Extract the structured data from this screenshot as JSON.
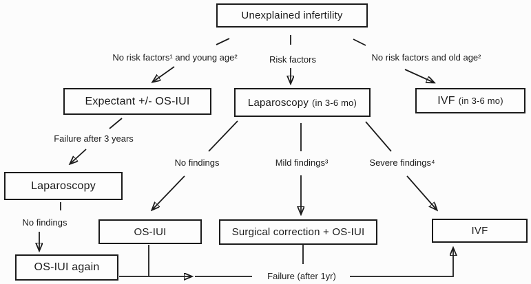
{
  "page": {
    "background_color": "#fcfcfc",
    "line_color": "#1b1b1b"
  },
  "nodes": {
    "unexplained": {
      "label": "Unexplained infertility"
    },
    "expectant": {
      "label": "Expectant +/- OS-IUI"
    },
    "laparoscopy_mid": {
      "label": "Laparoscopy",
      "note": "(in 3-6 mo)"
    },
    "ivf_top": {
      "label": "IVF",
      "note": "(in 3-6 mo)"
    },
    "laparoscopy_left": {
      "label": "Laparoscopy"
    },
    "os_iui": {
      "label": "OS-IUI"
    },
    "surgical_correction": {
      "label": "Surgical correction + OS-IUI"
    },
    "ivf_bottom": {
      "label": "IVF"
    },
    "os_iui_again": {
      "label": "OS-IUI again"
    }
  },
  "edge_labels": {
    "no_risk_young": "No risk factors¹ and young age²",
    "risk_factors": "Risk factors",
    "no_risk_old": "No risk factors and old age²",
    "failure_3_years": "Failure after 3 years",
    "no_findings_mid": "No findings",
    "mild_findings": "Mild findings³",
    "severe_findings": "Severe findings⁴",
    "no_findings_left": "No findings",
    "failure_1yr": "Failure (after 1yr)"
  }
}
